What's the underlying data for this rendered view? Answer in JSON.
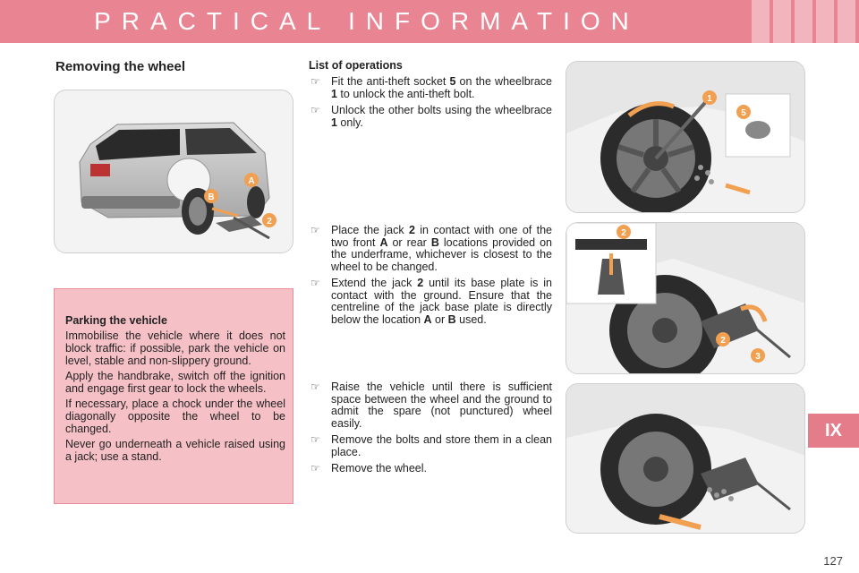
{
  "header": {
    "title": "PRACTICAL INFORMATION"
  },
  "chapter": {
    "label": "IX"
  },
  "page": {
    "number": "127"
  },
  "section": {
    "heading": "Removing the wheel"
  },
  "parking": {
    "title": "Parking the vehicle",
    "paragraphs": [
      "Immobilise the vehicle where it does not block traffic: if possible, park the vehicle on level, stable and non-slippery ground.",
      "Apply the handbrake, switch off the ignition and engage first gear to lock the wheels.",
      "If necessary, place a chock under the wheel diagonally opposite the wheel to be changed.",
      "Never go underneath a vehicle raised using a jack; use a stand."
    ]
  },
  "operations": {
    "heading": "List of operations",
    "bullet_icon": "hand-pointer-icon",
    "group1": [
      {
        "t1": "Fit the anti-theft socket ",
        "b1": "5",
        "t2": " on the wheelbrace ",
        "b2": "1",
        "t3": " to unlock the anti-theft bolt."
      },
      {
        "t1": "Unlock the other bolts using the wheelbrace ",
        "b1": "1",
        "t2": " only."
      }
    ],
    "group2": [
      {
        "t1": "Place the jack ",
        "b1": "2",
        "t2": " in contact with one of the two front ",
        "b2": "A",
        "t3": " or rear ",
        "b3": "B",
        "t4": " locations provided on the underframe, whichever is closest to the wheel to be changed."
      },
      {
        "t1": "Extend the jack ",
        "b1": "2",
        "t2": " until its base plate is in contact with the ground. Ensure that the centreline of the jack base plate is directly below the location ",
        "b2": "A",
        "t3": " or ",
        "b3": "B",
        "t4": " used."
      }
    ],
    "group3": [
      {
        "t1": "Raise the vehicle until there is sufficient space between the wheel and the ground to admit the spare (not punctured) wheel easily."
      },
      {
        "t1": "Remove the bolts and store them in a clean place."
      },
      {
        "t1": "Remove the wheel."
      }
    ]
  },
  "illustrations": {
    "car_labels": [
      "A",
      "B",
      "2"
    ],
    "wheel1_labels": [
      "1",
      "5"
    ],
    "wheel2_labels": [
      "2",
      "2",
      "3"
    ],
    "accent_color": "#f0a050"
  },
  "colors": {
    "header_bg": "#e98492",
    "tab_bg": "#e47c8a",
    "box_bg": "#f6c0c7",
    "box_border": "#e98c98"
  }
}
